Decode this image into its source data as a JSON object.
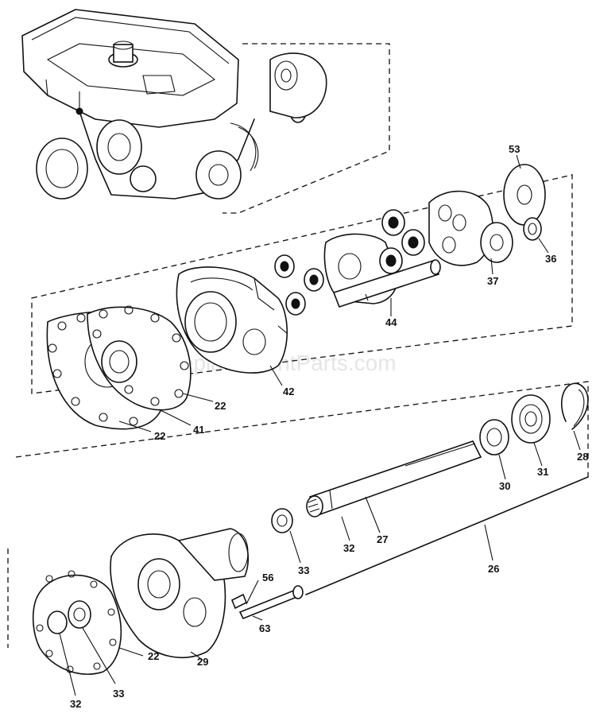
{
  "watermark": "eReplacementParts.com",
  "labels": {
    "l53": "53",
    "l36": "36",
    "l37": "37",
    "l44": "44",
    "l42": "42",
    "l22a": "22",
    "l41": "41",
    "l22b": "22",
    "l30": "30",
    "l31": "31",
    "l28": "28",
    "l33a": "33",
    "l32a": "32",
    "l27": "27",
    "l26": "26",
    "l56": "56",
    "l63": "63",
    "l22c": "22",
    "l29": "29",
    "l32b": "32",
    "l33b": "33"
  }
}
